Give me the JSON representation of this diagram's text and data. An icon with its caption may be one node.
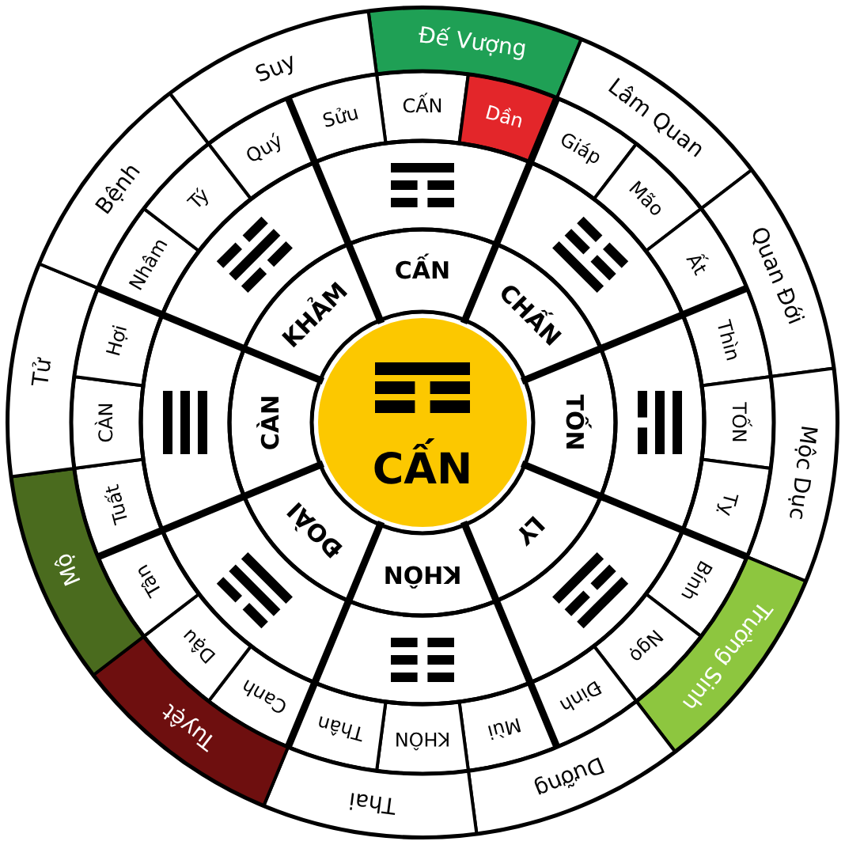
{
  "diagram": {
    "nodes": [
      {
        "text": [
          "CẤN"
        ]
      },
      {
        "text": [
          "CẤN"
        ]
      },
      {
        "text": [
          "CHẤN"
        ]
      },
      {
        "text": [
          "TỐN"
        ]
      },
      {
        "text": [
          "LY"
        ]
      },
      {
        "text": [
          "KHÔN"
        ]
      },
      {
        "text": [
          "ĐOÀI"
        ]
      },
      {
        "text": [
          "CÀN"
        ]
      },
      {
        "text": [
          "KHẢM"
        ]
      },
      {
        "text": [
          "CẤN"
        ]
      },
      {
        "text": [
          "Dần"
        ]
      },
      {
        "text": [
          "Giáp"
        ]
      },
      {
        "text": [
          "Mão"
        ]
      },
      {
        "text": [
          "Ất"
        ]
      },
      {
        "text": [
          "Thìn"
        ]
      },
      {
        "text": [
          "TỐN"
        ]
      },
      {
        "text": [
          "Tỵ"
        ]
      },
      {
        "text": [
          "Bính"
        ]
      },
      {
        "text": [
          "Ngọ"
        ]
      },
      {
        "text": [
          "Đinh"
        ]
      },
      {
        "text": [
          "Mùi"
        ]
      },
      {
        "text": [
          "KHÔN"
        ]
      },
      {
        "text": [
          "Thân"
        ]
      },
      {
        "text": [
          "Canh"
        ]
      },
      {
        "text": [
          "Dậu"
        ]
      },
      {
        "text": [
          "Tân"
        ]
      },
      {
        "text": [
          "Tuất"
        ]
      },
      {
        "text": [
          "CÀN"
        ]
      },
      {
        "text": [
          "Hợi"
        ]
      },
      {
        "text": [
          "Nhâm"
        ]
      },
      {
        "text": [
          "Tý"
        ]
      },
      {
        "text": [
          "Quý"
        ]
      },
      {
        "text": [
          "Sửu"
        ]
      },
      {
        "text": [
          "Đế Vượng"
        ]
      },
      {
        "text": [
          "Lâm Quan"
        ]
      },
      {
        "text": [
          "Quan Đới"
        ]
      },
      {
        "text": [
          "Mộc Dục"
        ]
      },
      {
        "text": [
          "Trường Sinh"
        ]
      },
      {
        "text": [
          "Dưỡng"
        ]
      },
      {
        "text": [
          "Thai"
        ]
      },
      {
        "text": [
          "Tuyệt"
        ]
      },
      {
        "text": [
          "Mộ"
        ]
      },
      {
        "text": [
          "Tử"
        ]
      },
      {
        "text": [
          "Bệnh"
        ]
      },
      {
        "text": [
          "Suy"
        ]
      },
      {
        "text": [],
        "shape": "picture"
      },
      {
        "text": [],
        "shape": "picture"
      },
      {
        "text": [],
        "shape": "picture"
      },
      {
        "text": [],
        "shape": "picture"
      },
      {
        "text": [],
        "shape": "picture"
      },
      {
        "text": [],
        "shape": "picture"
      },
      {
        "text": [],
        "shape": "picture"
      },
      {
        "text": [],
        "shape": "picture"
      }
    ]
  }
}
